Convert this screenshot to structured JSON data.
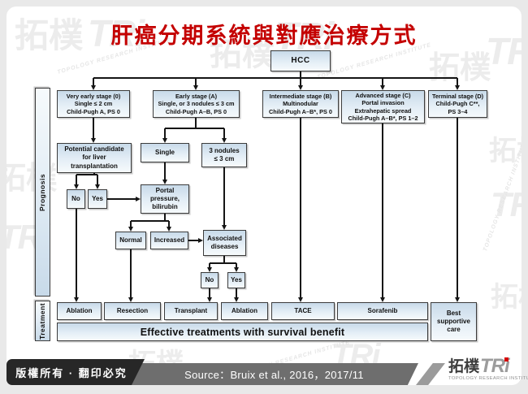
{
  "title": "肝癌分期系統與對應治療方式",
  "chart": {
    "root": "HCC",
    "prognosis_label": "Prognosis",
    "treatment_label": "Treatment",
    "stages": {
      "s0": "Very early stage (0)\nSingle ≤ 2 cm\nChild-Pugh A, PS 0",
      "sA": "Early stage (A)\nSingle, or 3 nodules ≤ 3 cm\nChild-Pugh A–B, PS 0",
      "sB": "Intermediate stage (B)\nMultinodular\nChild-Pugh A–B*, PS 0",
      "sC": "Advanced stage (C)\nPortal invasion\nExtrahepatic spread\nChild-Pugh A–B*, PS 1–2",
      "sD": "Terminal stage (D)\nChild-Pugh C**,\nPS 3–4"
    },
    "nodes": {
      "transplant_candidate": "Potential candidate\nfor liver\ntransplantation",
      "single": "Single",
      "nodules": "3 nodules\n≤ 3 cm",
      "no1": "No",
      "yes1": "Yes",
      "portal": "Portal\npressure,\nbilirubin",
      "normal": "Normal",
      "increased": "Increased",
      "associated": "Associated\ndiseases",
      "no2": "No",
      "yes2": "Yes"
    },
    "treatments": {
      "ablation1": "Ablation",
      "resection": "Resection",
      "transplant": "Transplant",
      "ablation2": "Ablation",
      "tace": "TACE",
      "sorafenib": "Sorafenib",
      "best_supportive": "Best\nsupportive\ncare",
      "effective": "Effective treatments with survival benefit"
    }
  },
  "footer": {
    "copyright": "版權所有 · 翻印必究",
    "source": "Source：Bruix et al., 2016，2017/11"
  },
  "logo": {
    "zh": "拓樸",
    "en": "TRi",
    "sub": "TOPOLOGY RESEARCH INSTITUTE"
  },
  "wm": {
    "zh": "拓樸",
    "en": "TRi",
    "sub": "TOPOLOGY RESEARCH INSTITUTE"
  },
  "colors": {
    "title_red": "#c40000",
    "box_fill_top": "#c8dae9",
    "box_border": "#3b3b3b",
    "banner_black": "#272727",
    "banner_gray": "#6e6e6e",
    "logo_dot_red": "#d40000"
  }
}
